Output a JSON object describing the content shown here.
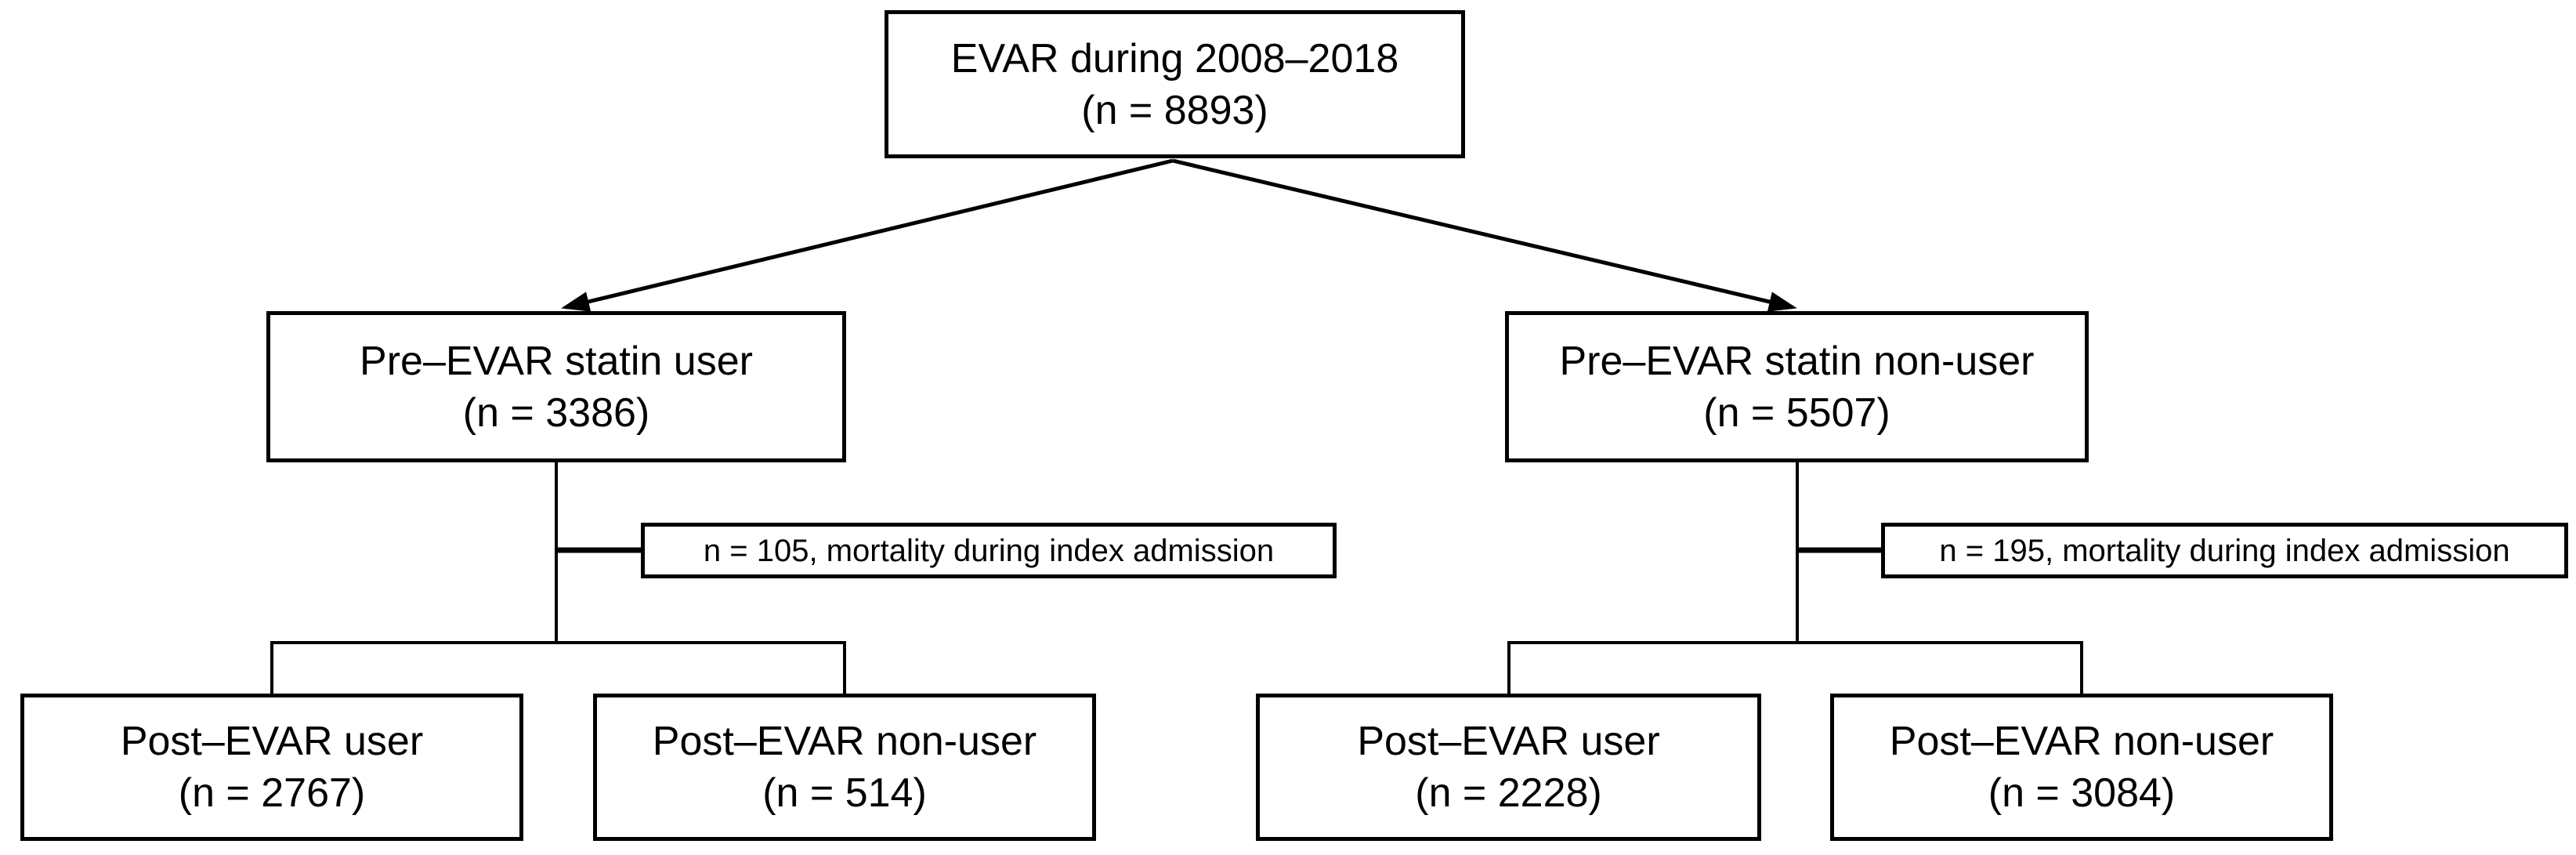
{
  "diagram": {
    "background_color": "#ffffff",
    "line_color": "#000000",
    "nodes": {
      "root": {
        "line1": "EVAR during 2008–2018",
        "line2": "(n = 8893)"
      },
      "pre_user": {
        "line1": "Pre–EVAR statin user",
        "line2": "(n = 3386)"
      },
      "pre_nonuser": {
        "line1": "Pre–EVAR statin non-user",
        "line2": "(n = 5507)"
      },
      "mortality_left": {
        "label": "n = 105, mortality during index admission"
      },
      "mortality_right": {
        "label": "n = 195, mortality during index admission"
      },
      "post_user_left": {
        "line1": "Post–EVAR user",
        "line2": "(n = 2767)"
      },
      "post_nonuser_left": {
        "line1": "Post–EVAR non-user",
        "line2": "(n = 514)"
      },
      "post_user_right": {
        "line1": "Post–EVAR user",
        "line2": "(n = 2228)"
      },
      "post_nonuser_right": {
        "line1": "Post–EVAR non-user",
        "line2": "(n = 3084)"
      }
    }
  }
}
